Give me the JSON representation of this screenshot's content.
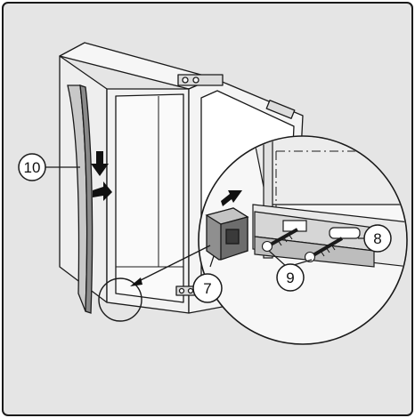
{
  "figure": {
    "background": "#e5e5e5",
    "border_color": "#1a1a1a",
    "callouts": [
      {
        "id": "c10",
        "label": "10",
        "part": "trim-strip"
      },
      {
        "id": "c7",
        "label": "7",
        "part": "clip"
      },
      {
        "id": "c8",
        "label": "8",
        "part": "hinge-bracket"
      },
      {
        "id": "c9",
        "label": "9",
        "part": "screws"
      }
    ]
  }
}
